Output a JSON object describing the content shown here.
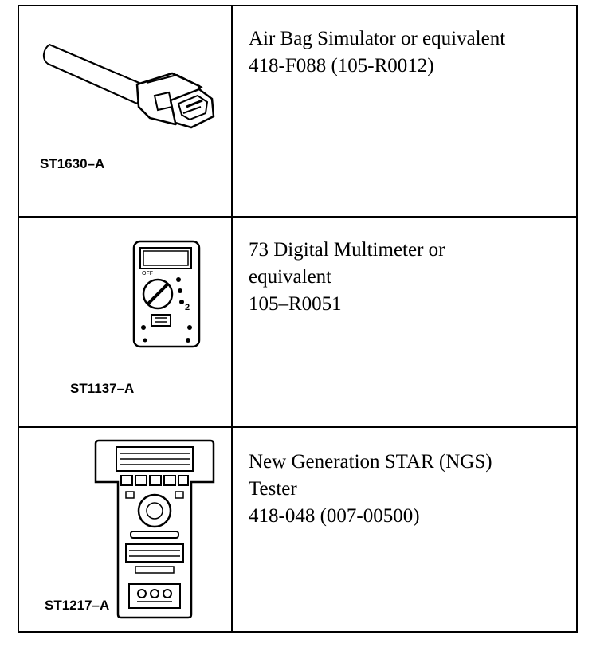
{
  "rows": [
    {
      "code": "ST1630–A",
      "lines": [
        "Air Bag Simulator or equivalent",
        "418-F088 (105-R0012)"
      ]
    },
    {
      "code": "ST1137–A",
      "lines": [
        "73 Digital Multimeter or",
        "equivalent",
        "105–R0051"
      ]
    },
    {
      "code": "ST1217–A",
      "lines": [
        "New Generation STAR (NGS)",
        "Tester",
        "418-048 (007-00500)"
      ]
    }
  ],
  "icons": [
    "air-bag-simulator-connector-icon",
    "digital-multimeter-icon",
    "ngs-tester-icon"
  ]
}
